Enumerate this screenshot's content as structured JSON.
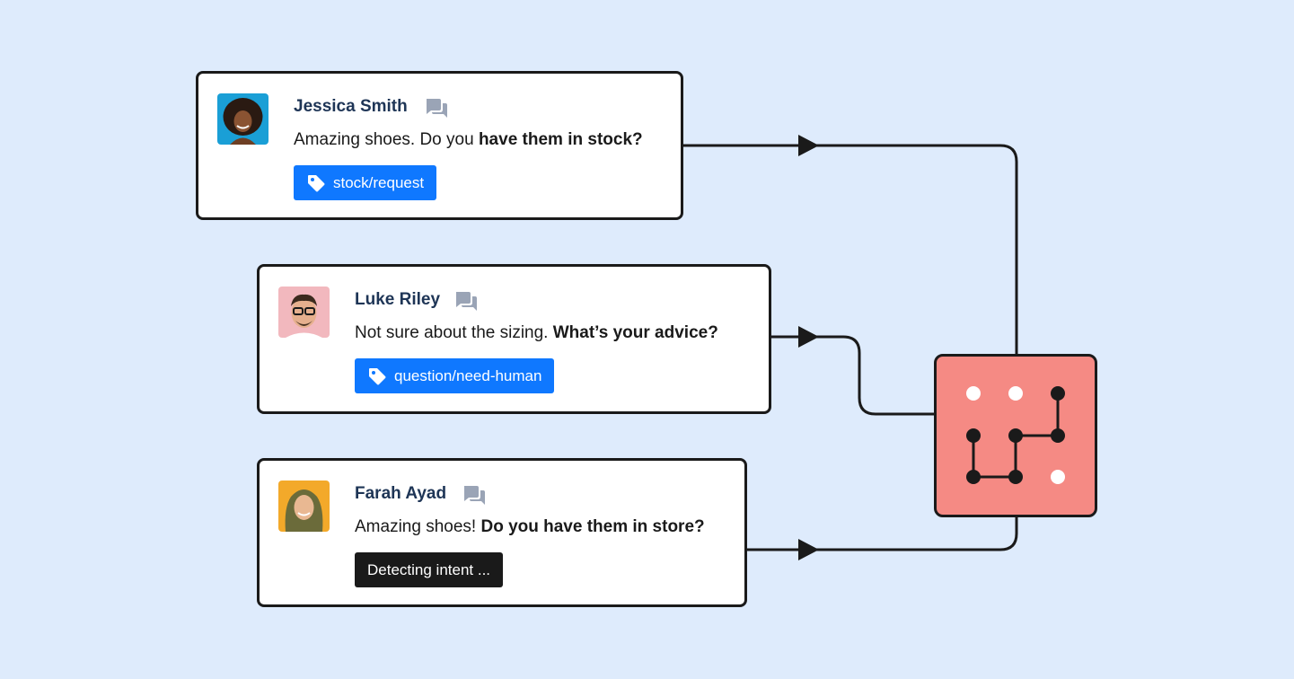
{
  "messages": [
    {
      "name": "Jessica Smith",
      "text_plain": "Amazing shoes. Do you ",
      "text_bold": "have them in stock?",
      "tag_label": "stock/request",
      "tag_style": "blue",
      "avatar_color": "#1a9fd6"
    },
    {
      "name": "Luke Riley",
      "text_plain": "Not sure about the sizing. ",
      "text_bold": "What’s your advice?",
      "tag_label": "question/need-human",
      "tag_style": "blue",
      "avatar_color": "#f2b8be"
    },
    {
      "name": "Farah Ayad",
      "text_plain": "Amazing shoes! ",
      "text_bold": "Do you have them in store?",
      "tag_label": "Detecting intent ...",
      "tag_style": "dark",
      "avatar_color": "#f3a92a"
    }
  ],
  "icons": {
    "chat": "chat-bubbles-icon",
    "tag": "tag-icon",
    "processor": "intent-router-icon"
  },
  "colors": {
    "background": "#deebfc",
    "tag_blue": "#0f78ff",
    "tag_dark": "#1a1a1a",
    "name_text": "#1e3556",
    "processor_fill": "#f58a84",
    "chat_icon": "#9aa4b6"
  }
}
